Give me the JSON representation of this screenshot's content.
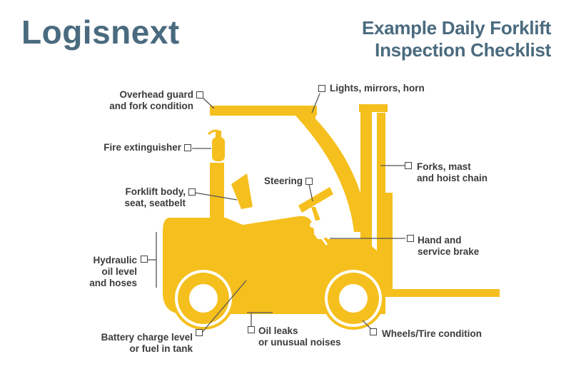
{
  "header": {
    "logo": "Logisnext",
    "title_line1": "Example Daily Forklift",
    "title_line2": "Inspection Checklist"
  },
  "colors": {
    "forklift": "#f5bf1d",
    "text": "#3b3b3b",
    "brand": "#4a6b7f"
  },
  "checklist": {
    "overhead_guard": [
      "Overhead guard",
      "and fork condition"
    ],
    "lights": [
      "Lights, mirrors, horn"
    ],
    "fire_extinguisher": [
      "Fire extinguisher"
    ],
    "forks": [
      "Forks, mast",
      "and hoist chain"
    ],
    "steering": [
      "Steering"
    ],
    "body": [
      "Forklift body,",
      "seat, seatbelt"
    ],
    "brake": [
      "Hand and",
      "service brake"
    ],
    "hydraulic": [
      "Hydraulic",
      "oil level",
      "and hoses"
    ],
    "battery": [
      "Battery charge level",
      "or fuel in tank"
    ],
    "oil_leaks": [
      "Oil leaks",
      "or unusual noises"
    ],
    "wheels": [
      "Wheels/Tire condition"
    ]
  }
}
